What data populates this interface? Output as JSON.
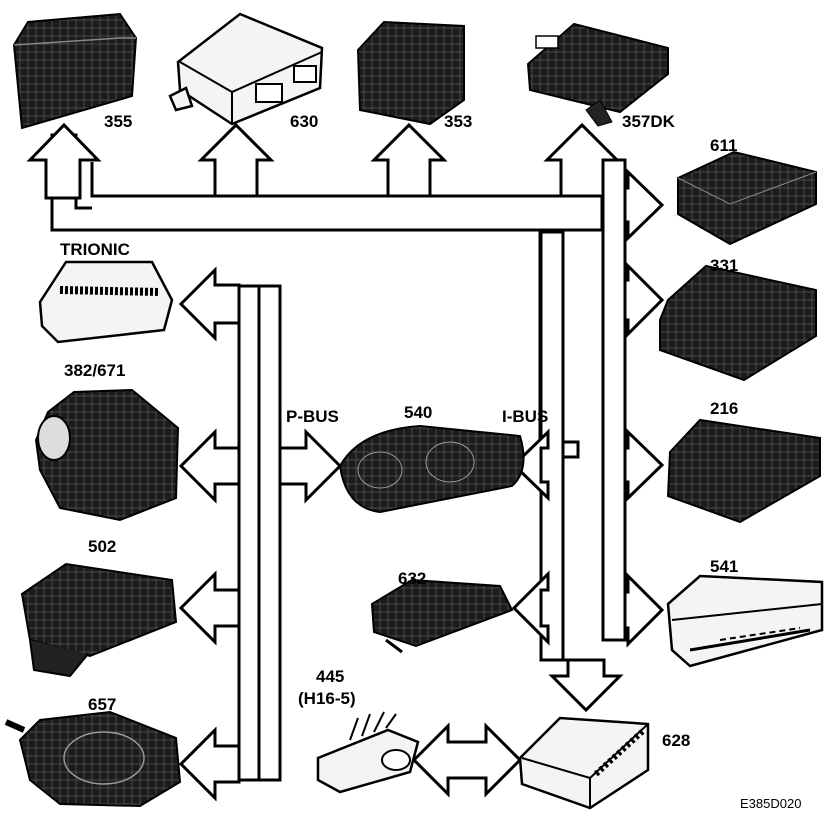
{
  "diagram": {
    "buses": {
      "p_bus": "P-BUS",
      "i_bus": "I-BUS"
    },
    "modules": {
      "m355": "355",
      "m630": "630",
      "m353": "353",
      "m357dk": "357DK",
      "m611": "611",
      "m331": "331",
      "m216": "216",
      "m541": "541",
      "m628": "628",
      "m540": "540",
      "m632": "632",
      "m445": "445",
      "m445_sub": "(H16-5)",
      "trionic": "TRIONIC",
      "m382": "382/671",
      "m502": "502",
      "m657": "657"
    },
    "figure_id": "E385D020"
  },
  "colors": {
    "ink": "#000000",
    "paper": "#ffffff",
    "module_dark": "#161616",
    "module_light": "#f4f4f4"
  }
}
